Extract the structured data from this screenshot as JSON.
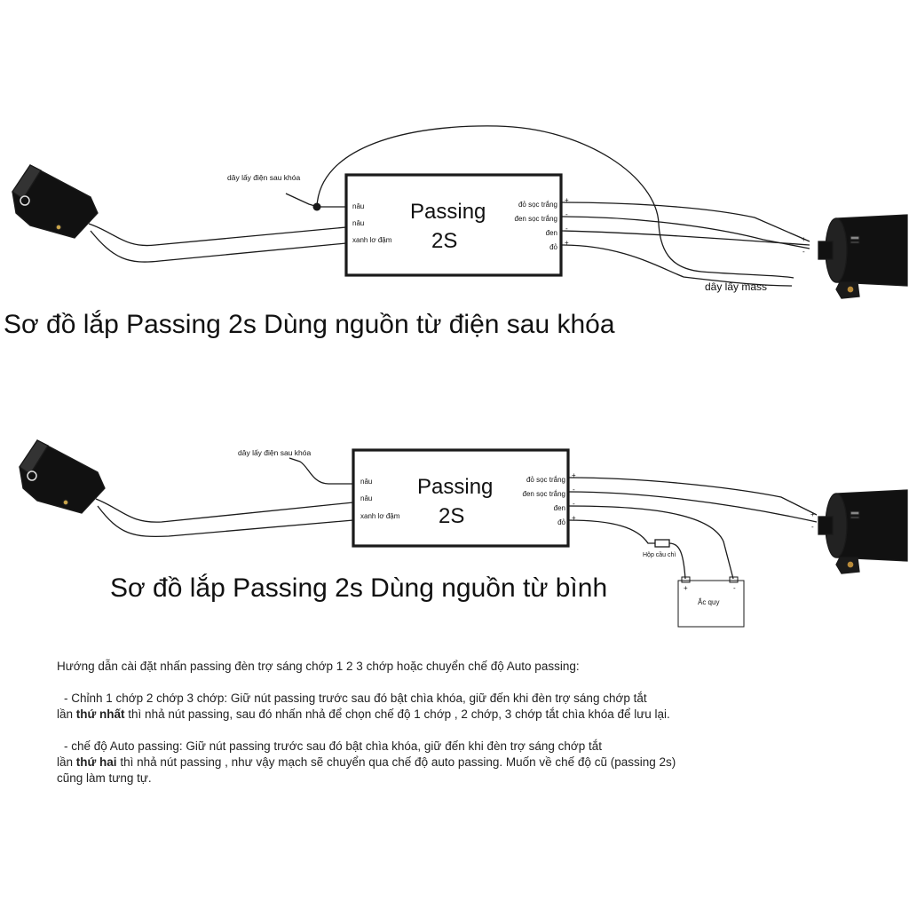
{
  "colors": {
    "line": "#1a1a1a",
    "device": "#111111",
    "background": "#ffffff"
  },
  "icons": {
    "switch": "handlebar-switch-icon",
    "light": "led-spotlight-icon",
    "battery": "battery-icon",
    "fuse": "fuse-icon"
  },
  "diagram1": {
    "module_title_1": "Passing",
    "module_title_2": "2S",
    "input_labels": [
      "nâu",
      "nâu",
      "xanh lơ đậm"
    ],
    "output_labels": [
      "đỏ sọc trắng",
      "đen sọc trắng",
      "đen",
      "đỏ"
    ],
    "output_signs": [
      "+",
      "-",
      "-",
      "+"
    ],
    "light_signs": [
      "+",
      "-"
    ],
    "ignition_label": "dây lấy điện sau khóa",
    "mass_label": "dây lấy mass",
    "caption": "Sơ đồ lắp Passing 2s Dùng nguồn từ điện sau khóa"
  },
  "diagram2": {
    "module_title_1": "Passing",
    "module_title_2": "2S",
    "input_labels": [
      "nâu",
      "nâu",
      "xanh lơ đậm"
    ],
    "output_labels": [
      "đỏ sọc trắng",
      "đen sọc trắng",
      "đen",
      "đỏ"
    ],
    "output_signs": [
      "+",
      "-",
      "-",
      "+"
    ],
    "light_signs": [
      "+",
      "-"
    ],
    "ignition_label": "dây lấy điện sau khóa",
    "fuse_label": "Hộp cầu chì",
    "battery_label": "Ắc quy",
    "battery_signs": [
      "+",
      "-"
    ],
    "caption": "Sơ đồ lắp Passing 2s Dùng nguồn từ bình"
  },
  "instructions": {
    "intro": "Hướng dẫn cài đặt nhấn passing đèn trợ sáng chớp 1 2 3 chớp hoặc chuyển chế độ Auto passing:",
    "p1_line1": "- Chỉnh 1 chớp 2 chớp 3 chớp: Giữ nút passing trước sau đó bật chìa khóa, giữ đến khi đèn trợ sáng chớp tắt",
    "p1_pre": "lần ",
    "p1_bold": "thứ nhất",
    "p1_post": " thì nhả nút passing, sau đó nhấn nhả để chọn chế độ 1 chớp , 2 chớp, 3 chớp tắt chìa khóa để lưu lại.",
    "p2_line1": "- chế độ Auto passing: Giữ nút passing trước sau đó bật chìa khóa, giữ đến khi đèn trợ sáng chớp tắt",
    "p2_pre": "lần ",
    "p2_bold": "thứ hai",
    "p2_post": " thì nhả nút passing , như vậy mạch sẽ chuyển qua chế độ auto passing. Muốn về chế độ cũ (passing 2s)",
    "p2_line3": "cũng làm tưng tự."
  }
}
